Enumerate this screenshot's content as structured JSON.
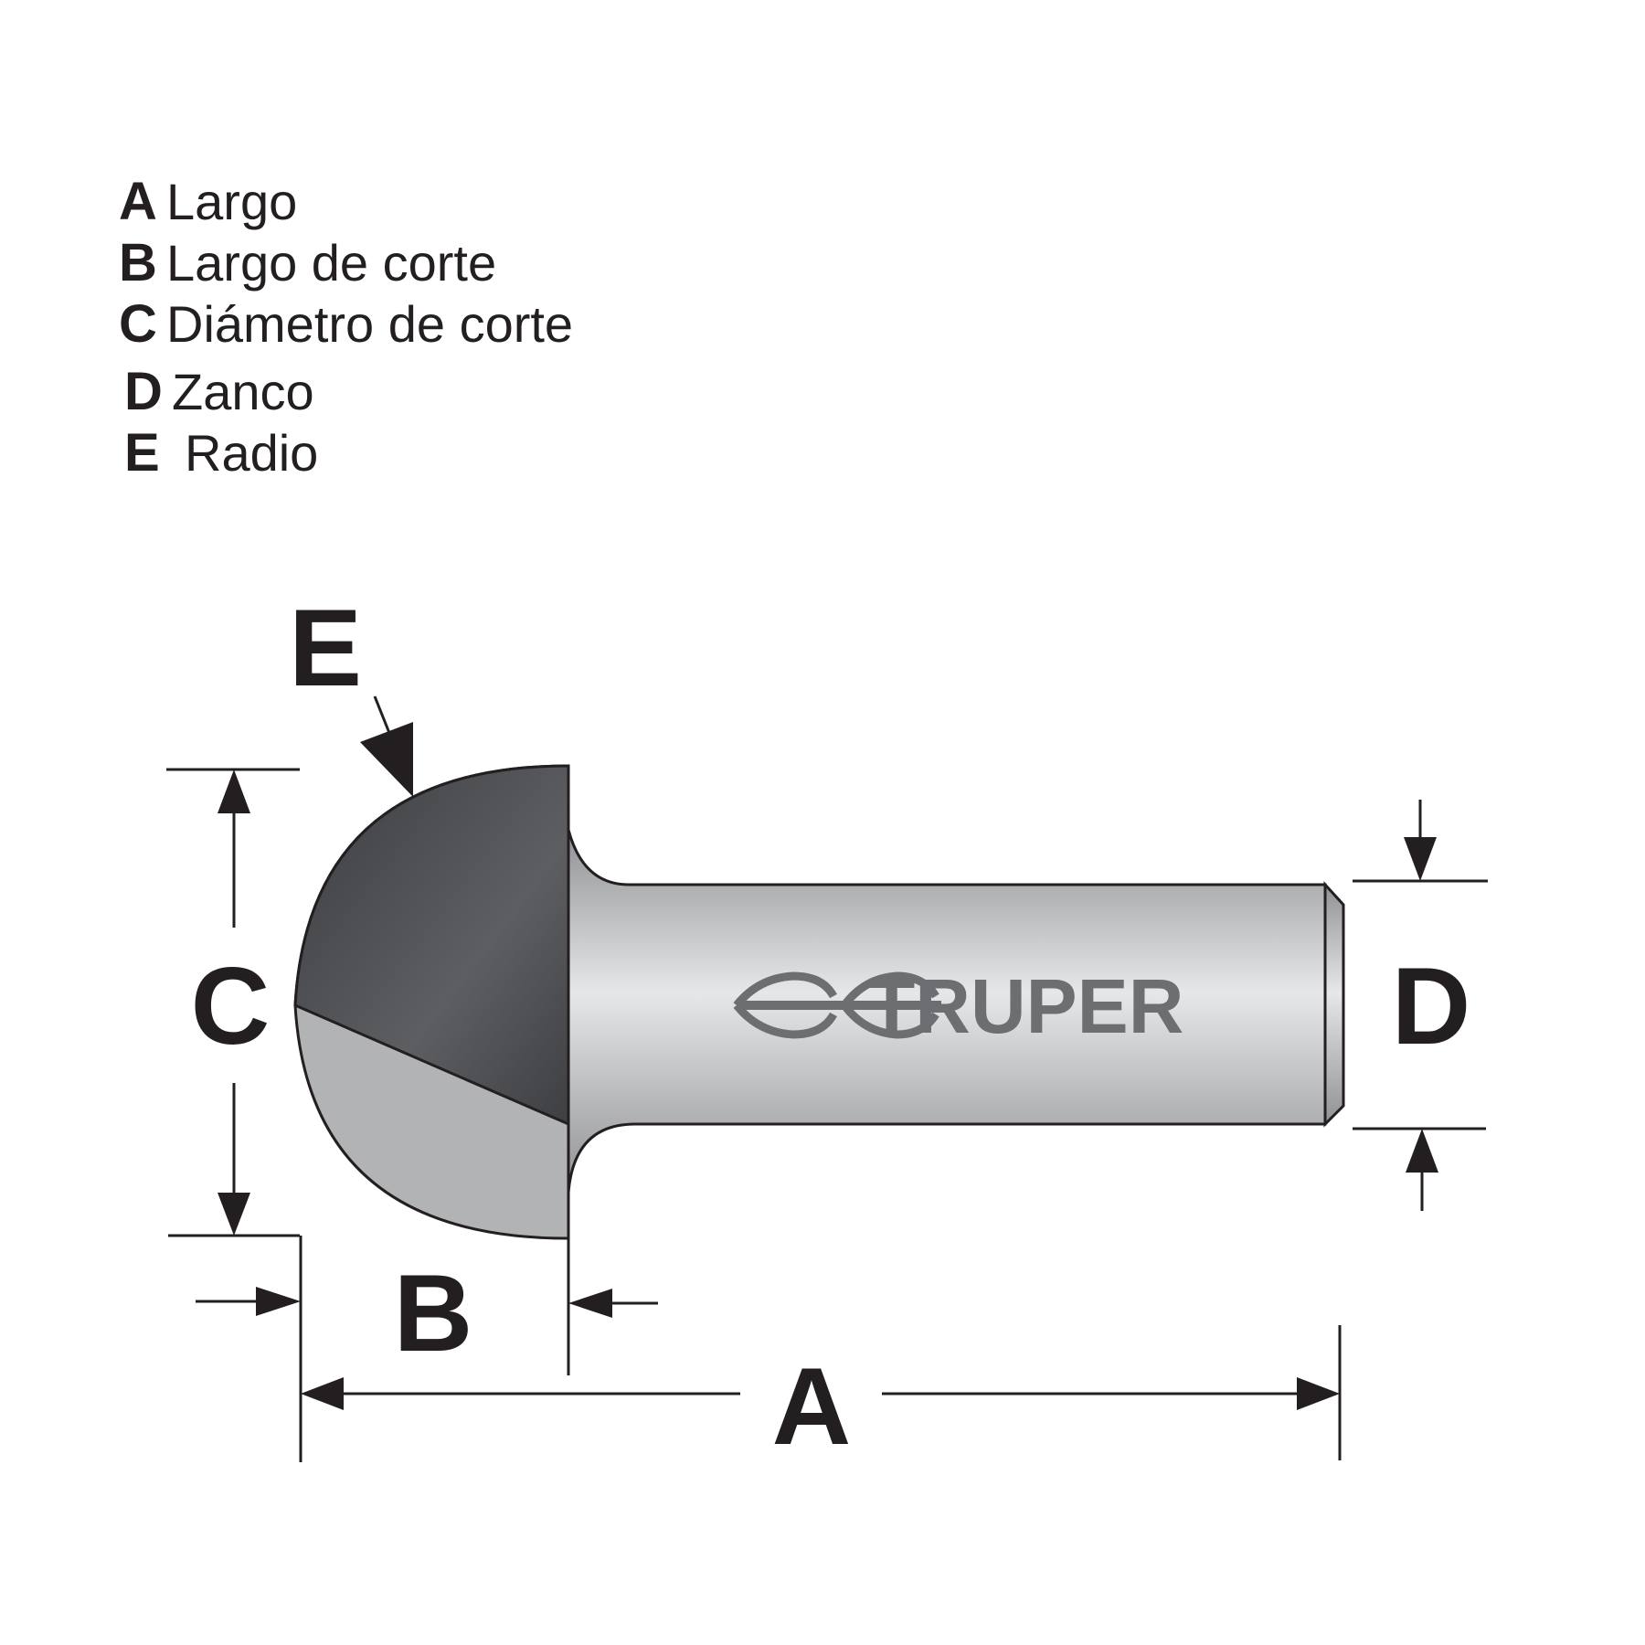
{
  "legend": [
    {
      "letter": "A",
      "label": "Largo"
    },
    {
      "letter": "B",
      "label": "Largo de corte"
    },
    {
      "letter": "C",
      "label": "Diámetro de corte"
    },
    {
      "letter": "D",
      "label": "Zanco"
    },
    {
      "letter": "E",
      "label": "Radio"
    }
  ],
  "dimensions": {
    "a": "A",
    "b": "B",
    "c": "C",
    "d": "D",
    "e": "E"
  },
  "brand": {
    "name": "TRUPER"
  },
  "colors": {
    "ink": "#231f20",
    "cutter_dark": "#4d4e51",
    "cutter_light": "#b1b3b5",
    "shank_light": "#d9dadb",
    "shank_mid": "#9ea0a2",
    "logo": "#6d6e71"
  }
}
